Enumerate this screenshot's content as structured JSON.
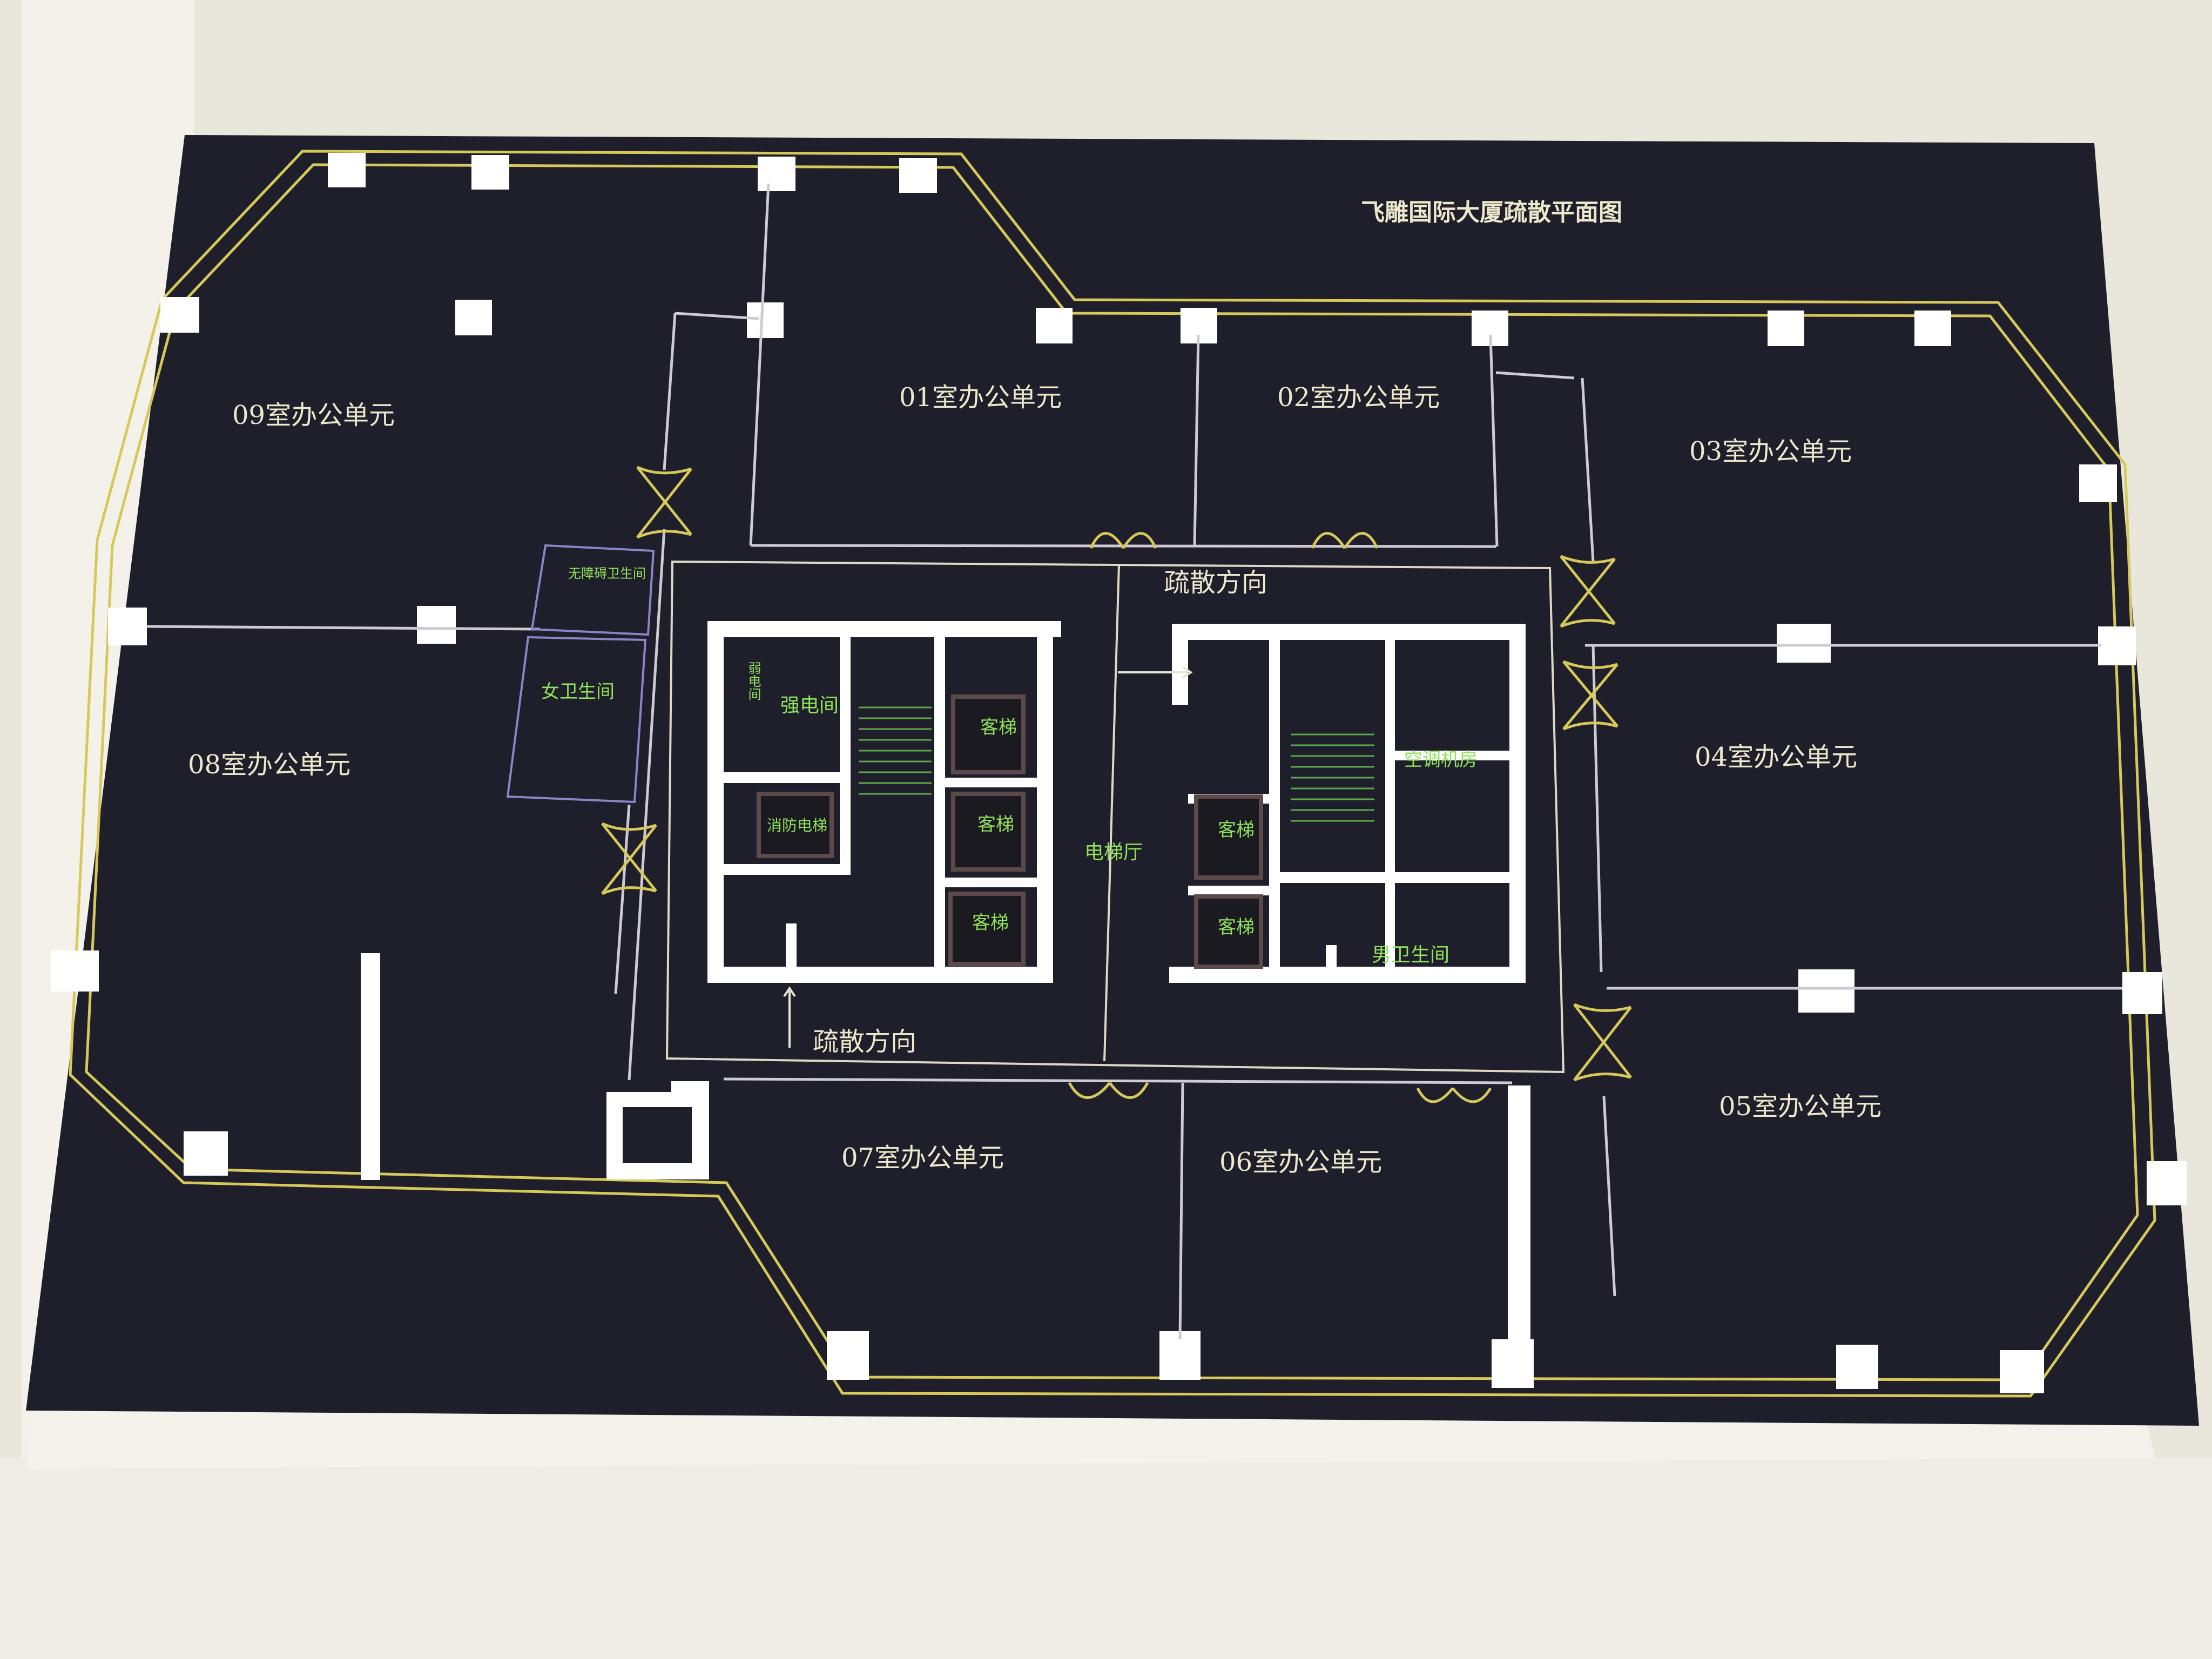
{
  "title": "飞雕国际大厦疏散平面图",
  "units": [
    {
      "id": "01",
      "label": "01室办公单元"
    },
    {
      "id": "02",
      "label": "02室办公单元"
    },
    {
      "id": "03",
      "label": "03室办公单元"
    },
    {
      "id": "04",
      "label": "04室办公单元"
    },
    {
      "id": "05",
      "label": "05室办公单元"
    },
    {
      "id": "06",
      "label": "06室办公单元"
    },
    {
      "id": "07",
      "label": "07室办公单元"
    },
    {
      "id": "08",
      "label": "08室办公单元"
    },
    {
      "id": "09",
      "label": "09室办公单元"
    }
  ],
  "core": {
    "evac_top": "疏散方向",
    "evac_bottom": "疏散方向",
    "elevator_hall": "电梯厅",
    "rooms": {
      "weak_electric": "弱电间",
      "strong_electric": "强电间",
      "fire_elevator": "消防电梯",
      "passenger_1": "客梯",
      "passenger_2": "客梯",
      "passenger_3": "客梯",
      "passenger_4": "客梯",
      "passenger_5": "客梯",
      "ac_room": "空调机房",
      "mens_wc": "男卫生间"
    }
  },
  "wc": {
    "accessible": "无障碍卫生间",
    "womens": "女卫生间"
  },
  "colors": {
    "board": "#1f1f2b",
    "outline": "#d6c95a",
    "wall": "#ffffff",
    "label": "#ede7cc",
    "room_label": "#8fe35a"
  }
}
